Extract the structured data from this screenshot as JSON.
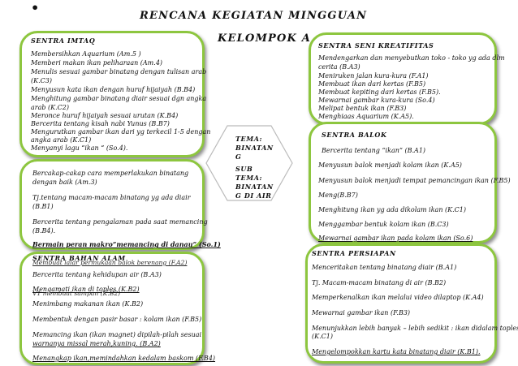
{
  "header": {
    "bullet": "•",
    "title": "RENCANA  KEGIATAN  MINGGUAN",
    "subtitle": "KELOMPOK  A"
  },
  "center": {
    "tema_lines": [
      "TEMA:",
      "BINATAN",
      "G"
    ],
    "subtema_lines": [
      "SUB",
      "TEMA:",
      "BINATAN",
      "G DI AIR"
    ]
  },
  "imtaq": {
    "title": "SENTRA  IMTAQ",
    "lines": [
      "Membersihkan  Aquarium  (Am.5 )",
      "Memberi makan ikan peliharaan (Am.4)",
      "Menulis sesuai gambar binatang dengan tulisan arab",
      "  (K.C3)",
      "Menyusun kata ikan dengan huruf hijaiyah (B.B4)",
      "Menghitung gambar binatang diair sesuai dgn angka",
      "  arab  (K.C2)",
      "Meronce huruf hijaiyah sesuai urutan (K.B4)",
      "Bercerita tentang kisah nabi Yunus (B.B7)",
      "Mengurutkan gambar ikan dari yg terkecil 1-5 dengan",
      "  angka arab  (K.C1)",
      "Menyanyi lagu “ikan “ (So.4)."
    ]
  },
  "left_mid": {
    "lines": [
      "Bercakap-cakap cara memperlakukan binatang",
      " dengan baik  (Am.3)",
      "Tj.tentang macam-macam binatang yg ada diair",
      " (B.B1)",
      "Bercerita tentang pengalaman pada saat memancing",
      " (B.B4).",
      "Bermain peran makro”memancing di danau” (So.1)"
    ]
  },
  "bahan_alam": {
    "title": "SENTRA  BAHAN  ALAM",
    "overlap_a": "Membuat lalar permukaan balok berenang (F.A2)",
    "lines": [
      "Bercerita tentang kehidupan air (B.A3)",
      "Mengamati ikan di toples (K.B2)",
      "Menimbang makanan ikan  (K.B2)",
      "Membentuk dengan pasir basar : kolam ikan (F.B5)",
      "Memancing ikan (ikan magnet) dipilah-pilah sesuai",
      "  warnanya missal merah,kuning. (B.A2)",
      "Menangkap ikan,memindahkan kedalam baskom (F.B4)"
    ],
    "overlap_b": "V1 membuat sampan (K.B2)"
  },
  "seni": {
    "title": "SENTRA  SENI  KREATIFITAS",
    "lines": [
      "Mendengarkan dan menyebutkan toko - toko yg ada dlm",
      " cerita (B.A3)",
      "Meniruken jalan kura-kura (F.A1)",
      "Membuat ikan dari kertas (F.B5)",
      "Membuat kepiting dari kertas (F.B5).",
      "Mewarnai gambar kura-kura (So.4)",
      "Melipat bentuk ikan (F.B3)",
      "Menghiaas Aquarium (K.A5)."
    ]
  },
  "balok": {
    "title": "SENTRA  BALOK",
    "lines": [
      "Bercerita tentang  “ikan”  (B.A1)",
      "Menyusun balok menjadi kolam ikan (K.A5)",
      "Menyusun balok menjadi tempat pemancingan ikan (F.B5)",
      "Meng(B.B7)",
      "Menghitung ikan yg ada dikolam ikan (K.C1)",
      "Menggambar bentuk kolam ikan (B.C3)",
      "Mewarnai gambar ikan pada kolam ikan (So.6)"
    ]
  },
  "persiapan": {
    "title": "SENTRA  PERSIAPAN",
    "lines": [
      "Menceritakan tentang binatang diair (B.A1)",
      "Tj. Macam-macam binatang di air (B.B2)",
      "Memperkenalkan ikan melalui video dilaptop (K.A4)",
      "Mewarnai gambar ikan  (F.B3)",
      "Menunjukkan lebih banyak – lebih sedikit : ikan didalam toples",
      "  (K.C1)",
      "Mengelompokkan kartu kata binatang diair  (K.B1)."
    ]
  },
  "colors": {
    "border": "#8dc63f",
    "text": "#111111"
  }
}
